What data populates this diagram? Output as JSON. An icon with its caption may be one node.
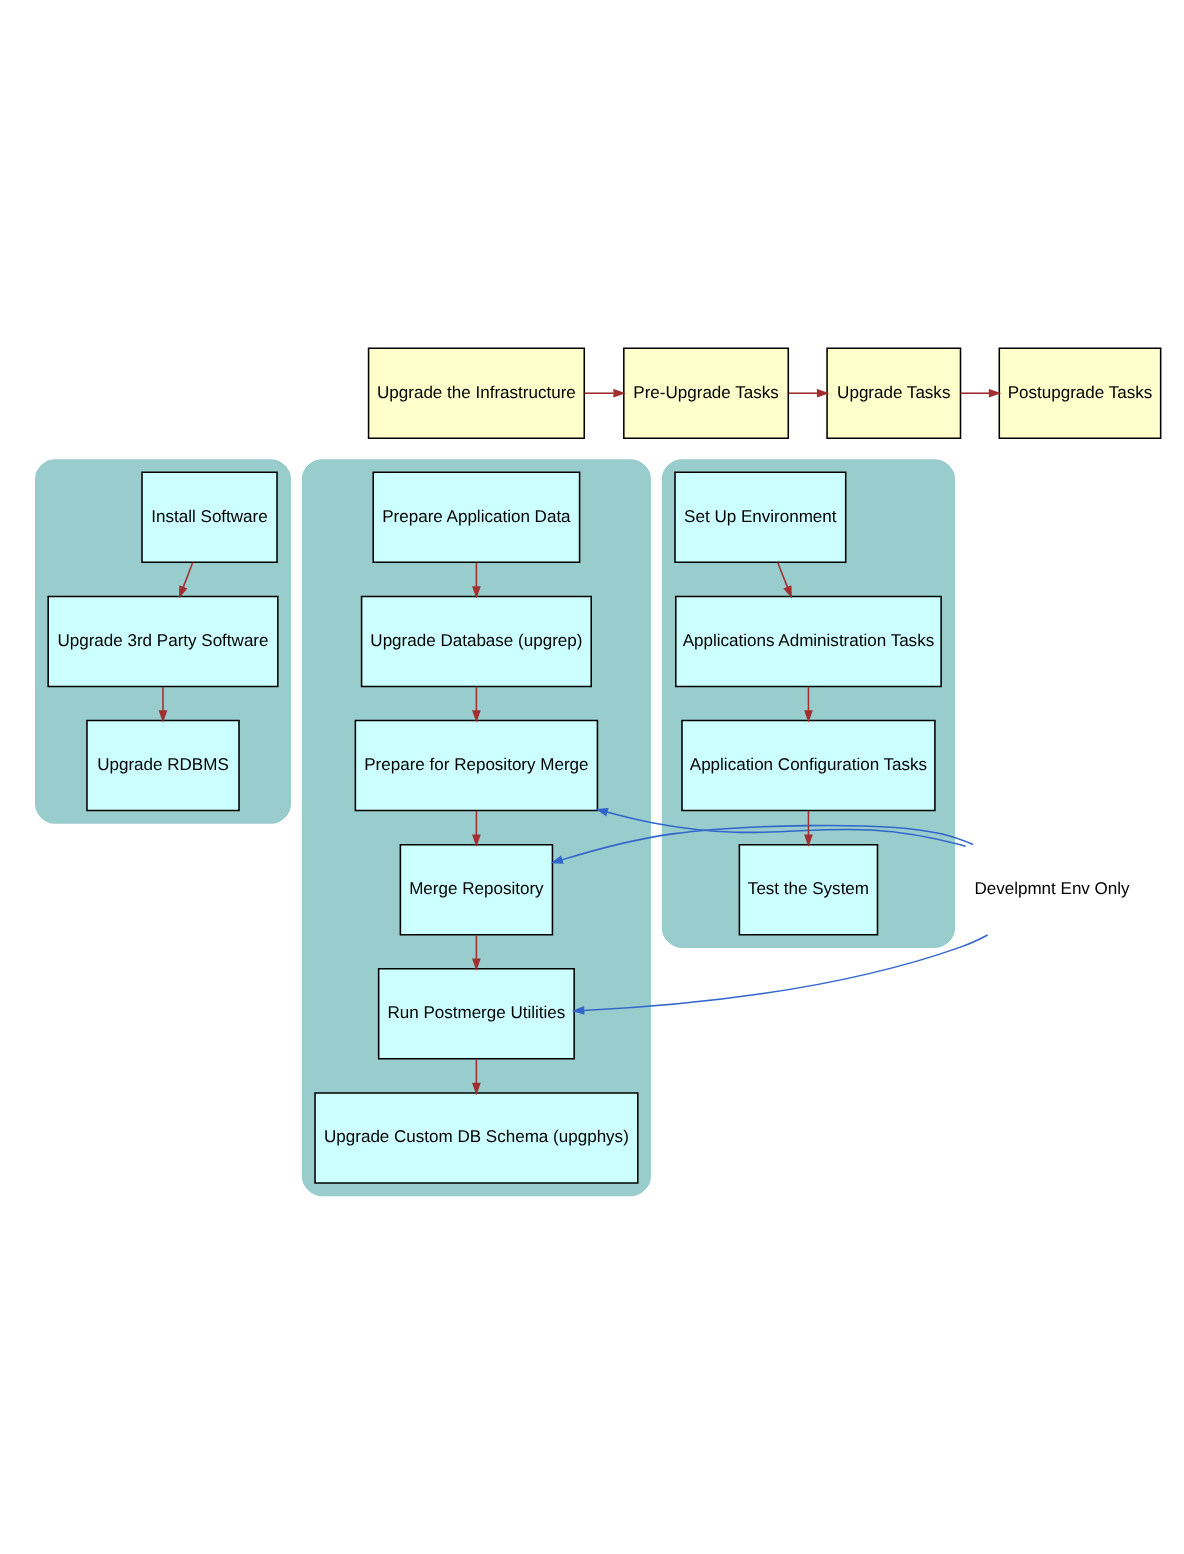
{
  "diagram": {
    "nodes": [
      {
        "text": [
          "Upgrade the Infrastructure"
        ]
      },
      {
        "text": [
          "Pre-Upgrade Tasks"
        ]
      },
      {
        "text": [
          "Upgrade Tasks"
        ]
      },
      {
        "text": [
          "Postupgrade Tasks"
        ]
      },
      {
        "text": [],
        "shape": "box"
      },
      {
        "text": [
          "Install Software"
        ],
        "in": 4
      },
      {
        "text": [
          "Upgrade 3rd Party Software"
        ],
        "in": 4
      },
      {
        "text": [
          "Upgrade RDBMS"
        ],
        "in": 4
      },
      {
        "text": [],
        "shape": "box"
      },
      {
        "text": [
          "Prepare Application Data"
        ],
        "in": 8
      },
      {
        "text": [
          "Upgrade Database (upgrep)"
        ],
        "in": 8
      },
      {
        "text": [
          "Prepare for Repository Merge"
        ],
        "in": 8
      },
      {
        "text": [
          "Merge Repository"
        ],
        "in": 8
      },
      {
        "text": [
          "Run Postmerge Utilities"
        ],
        "in": 8
      },
      {
        "text": [
          "Upgrade Custom DB Schema (upgphys)"
        ],
        "in": 8
      },
      {
        "text": [],
        "shape": "box"
      },
      {
        "text": [
          "Set Up Environment"
        ],
        "in": 15
      },
      {
        "text": [
          "Applications Administration Tasks"
        ],
        "in": 15
      },
      {
        "text": [
          "Application Configuration Tasks"
        ],
        "in": 15
      },
      {
        "text": [
          "Test the System"
        ],
        "in": 15
      },
      {
        "text": [
          "Develpmnt Env Only"
        ]
      }
    ],
    "edges": [
      {
        "from": 0,
        "to": 1,
        "arrow": "to"
      },
      {
        "from": 1,
        "to": 2,
        "arrow": "to"
      },
      {
        "from": 2,
        "to": 3,
        "arrow": "to"
      },
      {
        "from": 5,
        "to": 6,
        "arrow": "to"
      },
      {
        "from": 6,
        "to": 7,
        "arrow": "to"
      },
      {
        "from": 9,
        "to": 10,
        "arrow": "to"
      },
      {
        "from": 10,
        "to": 11,
        "arrow": "to"
      },
      {
        "from": 11,
        "to": 12,
        "arrow": "to"
      },
      {
        "from": 12,
        "to": 13,
        "arrow": "to"
      },
      {
        "from": 13,
        "to": 14,
        "arrow": "to"
      },
      {
        "from": 16,
        "to": 17,
        "arrow": "to"
      },
      {
        "from": 17,
        "to": 18,
        "arrow": "to"
      },
      {
        "from": 18,
        "to": 19,
        "arrow": "to"
      },
      {
        "from": 20,
        "to": 11,
        "arrow": "to",
        "color": "#3366cc"
      },
      {
        "from": 20,
        "to": 12,
        "arrow": "to",
        "color": "#3366cc"
      },
      {
        "from": 20,
        "to": 13,
        "arrow": "to",
        "color": "#3366cc"
      }
    ]
  }
}
